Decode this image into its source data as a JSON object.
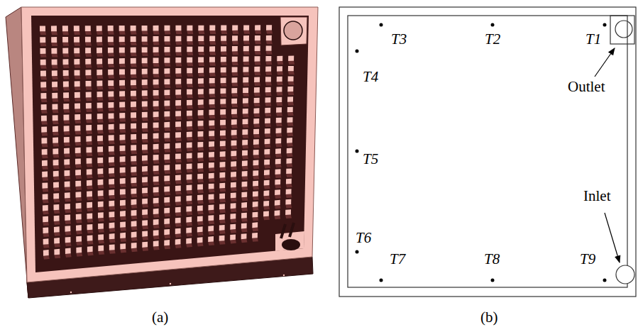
{
  "diagram": {
    "labels": [
      "T3",
      "T2",
      "T1",
      "Outlet",
      "T4",
      "T5",
      "T6",
      "Inlet",
      "T7",
      "T8",
      "T9",
      "(a)",
      "(b)"
    ]
  }
}
